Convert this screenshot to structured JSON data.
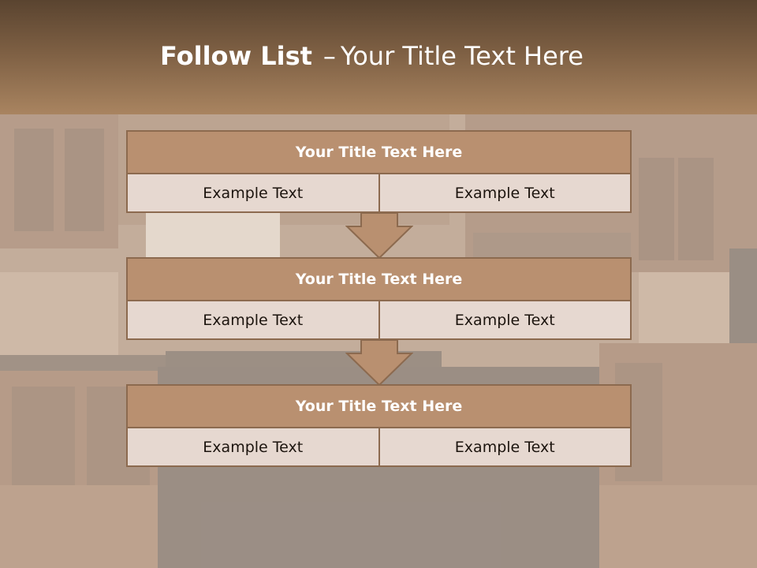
{
  "title": {
    "strong": "Follow List",
    "dash": "–",
    "rest": "Your Title Text Here"
  },
  "blocks": [
    {
      "title": "Your Title Text Here",
      "left": "Example Text",
      "right": "Example Text"
    },
    {
      "title": "Your Title Text Here",
      "left": "Example Text",
      "right": "Example Text"
    },
    {
      "title": "Your Title Text Here",
      "left": "Example Text",
      "right": "Example Text"
    }
  ],
  "colors": {
    "header_top": "#5a4430",
    "header_bottom": "#a98460",
    "block_title_fill": "#b99070",
    "cell_fill": "#e6d8d0",
    "border": "#8c6a4f"
  }
}
